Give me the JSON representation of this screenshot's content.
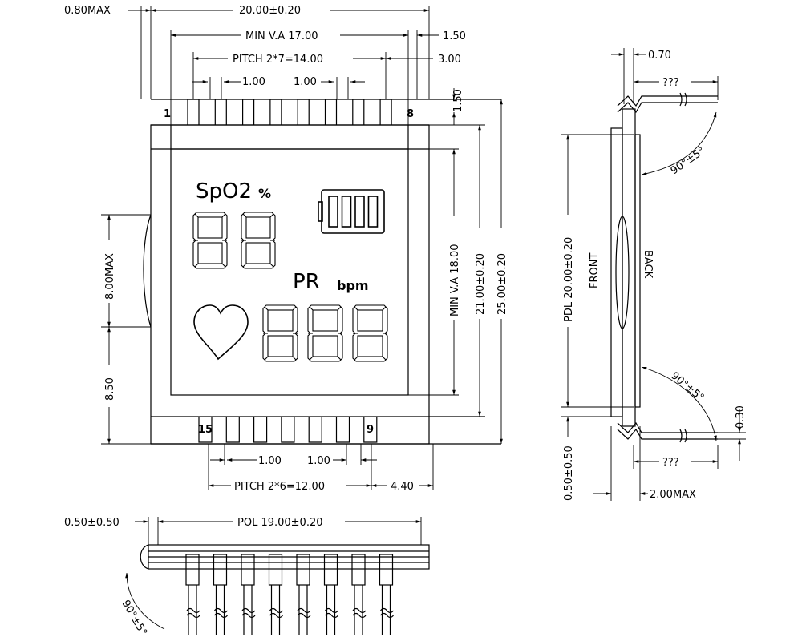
{
  "front_view": {
    "dims": {
      "max_thickness": "0.80MAX",
      "width": "20.00±0.20",
      "min_va_width": "MIN V.A 17.00",
      "offset_top_right": "1.50",
      "pitch_top": "PITCH 2*7=14.00",
      "offset_pin": "3.00",
      "pin_pitch_left": "1.00",
      "pin_pitch_right": "1.00",
      "top_margin": "1.50",
      "min_va_height": "MIN V.A 18.00",
      "height_inner": "21.00±0.20",
      "height_outer": "25.00±0.20",
      "side_max": "8.00MAX",
      "side_offset": "8.50",
      "bottom_pitch_left": "1.00",
      "bottom_pitch_right": "1.00",
      "pitch_bottom": "PITCH 2*6=12.00",
      "offset_bottom": "4.40"
    },
    "pins": {
      "top_first": "1",
      "top_last": "8",
      "bottom_first": "15",
      "bottom_last": "9"
    },
    "display": {
      "spo2_label": "SpO2",
      "percent": "%",
      "pr_label": "PR",
      "bpm_label": "bpm",
      "battery_bars": 4
    }
  },
  "side_view": {
    "thickness": "0.70",
    "unknown_top": "???",
    "angle_top": "90°±5°",
    "pdl": "PDL 20.00±0.20",
    "front": "FRONT",
    "back": "BACK",
    "angle_bottom": "90°±5°",
    "offset_right": "0.30",
    "unknown_bottom": "???",
    "bottom_offset": "0.50±0.50",
    "max_depth": "2.00MAX"
  },
  "bottom_view": {
    "offset": "0.50±0.50",
    "pol": "POL 19.00±0.20",
    "angle": "90°±5°"
  }
}
